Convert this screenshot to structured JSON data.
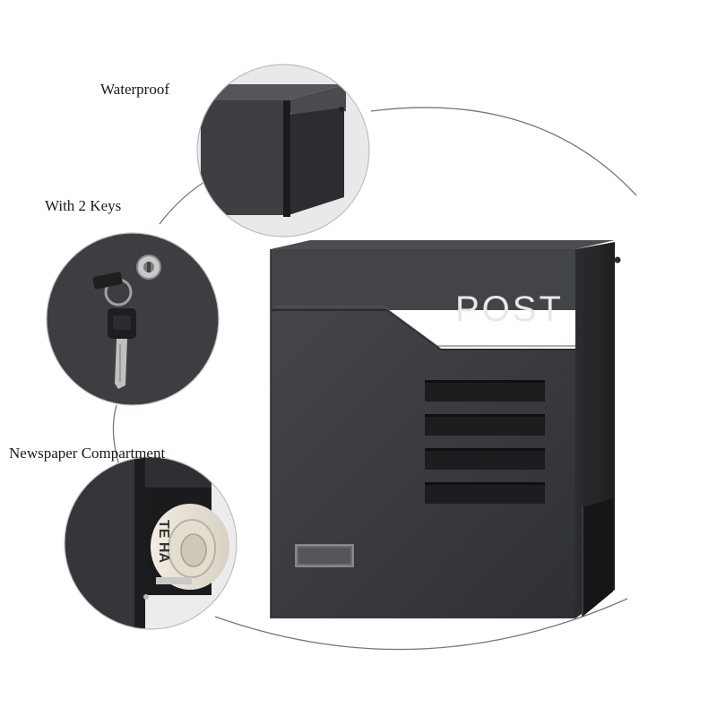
{
  "callouts": {
    "waterproof": "Waterproof",
    "keys": "With 2 Keys",
    "newspaper": "Newspaper Compartment"
  },
  "mailbox": {
    "brand_text": "POST",
    "newspaper_print": "TE HA"
  },
  "colors": {
    "body": "#3b3c3f",
    "body_dark": "#2a2b2e",
    "lid": "#434447",
    "slot": "#1c1d1f",
    "accent_text": "#e8e8e8",
    "circle_bg": "#4a4b4e"
  }
}
